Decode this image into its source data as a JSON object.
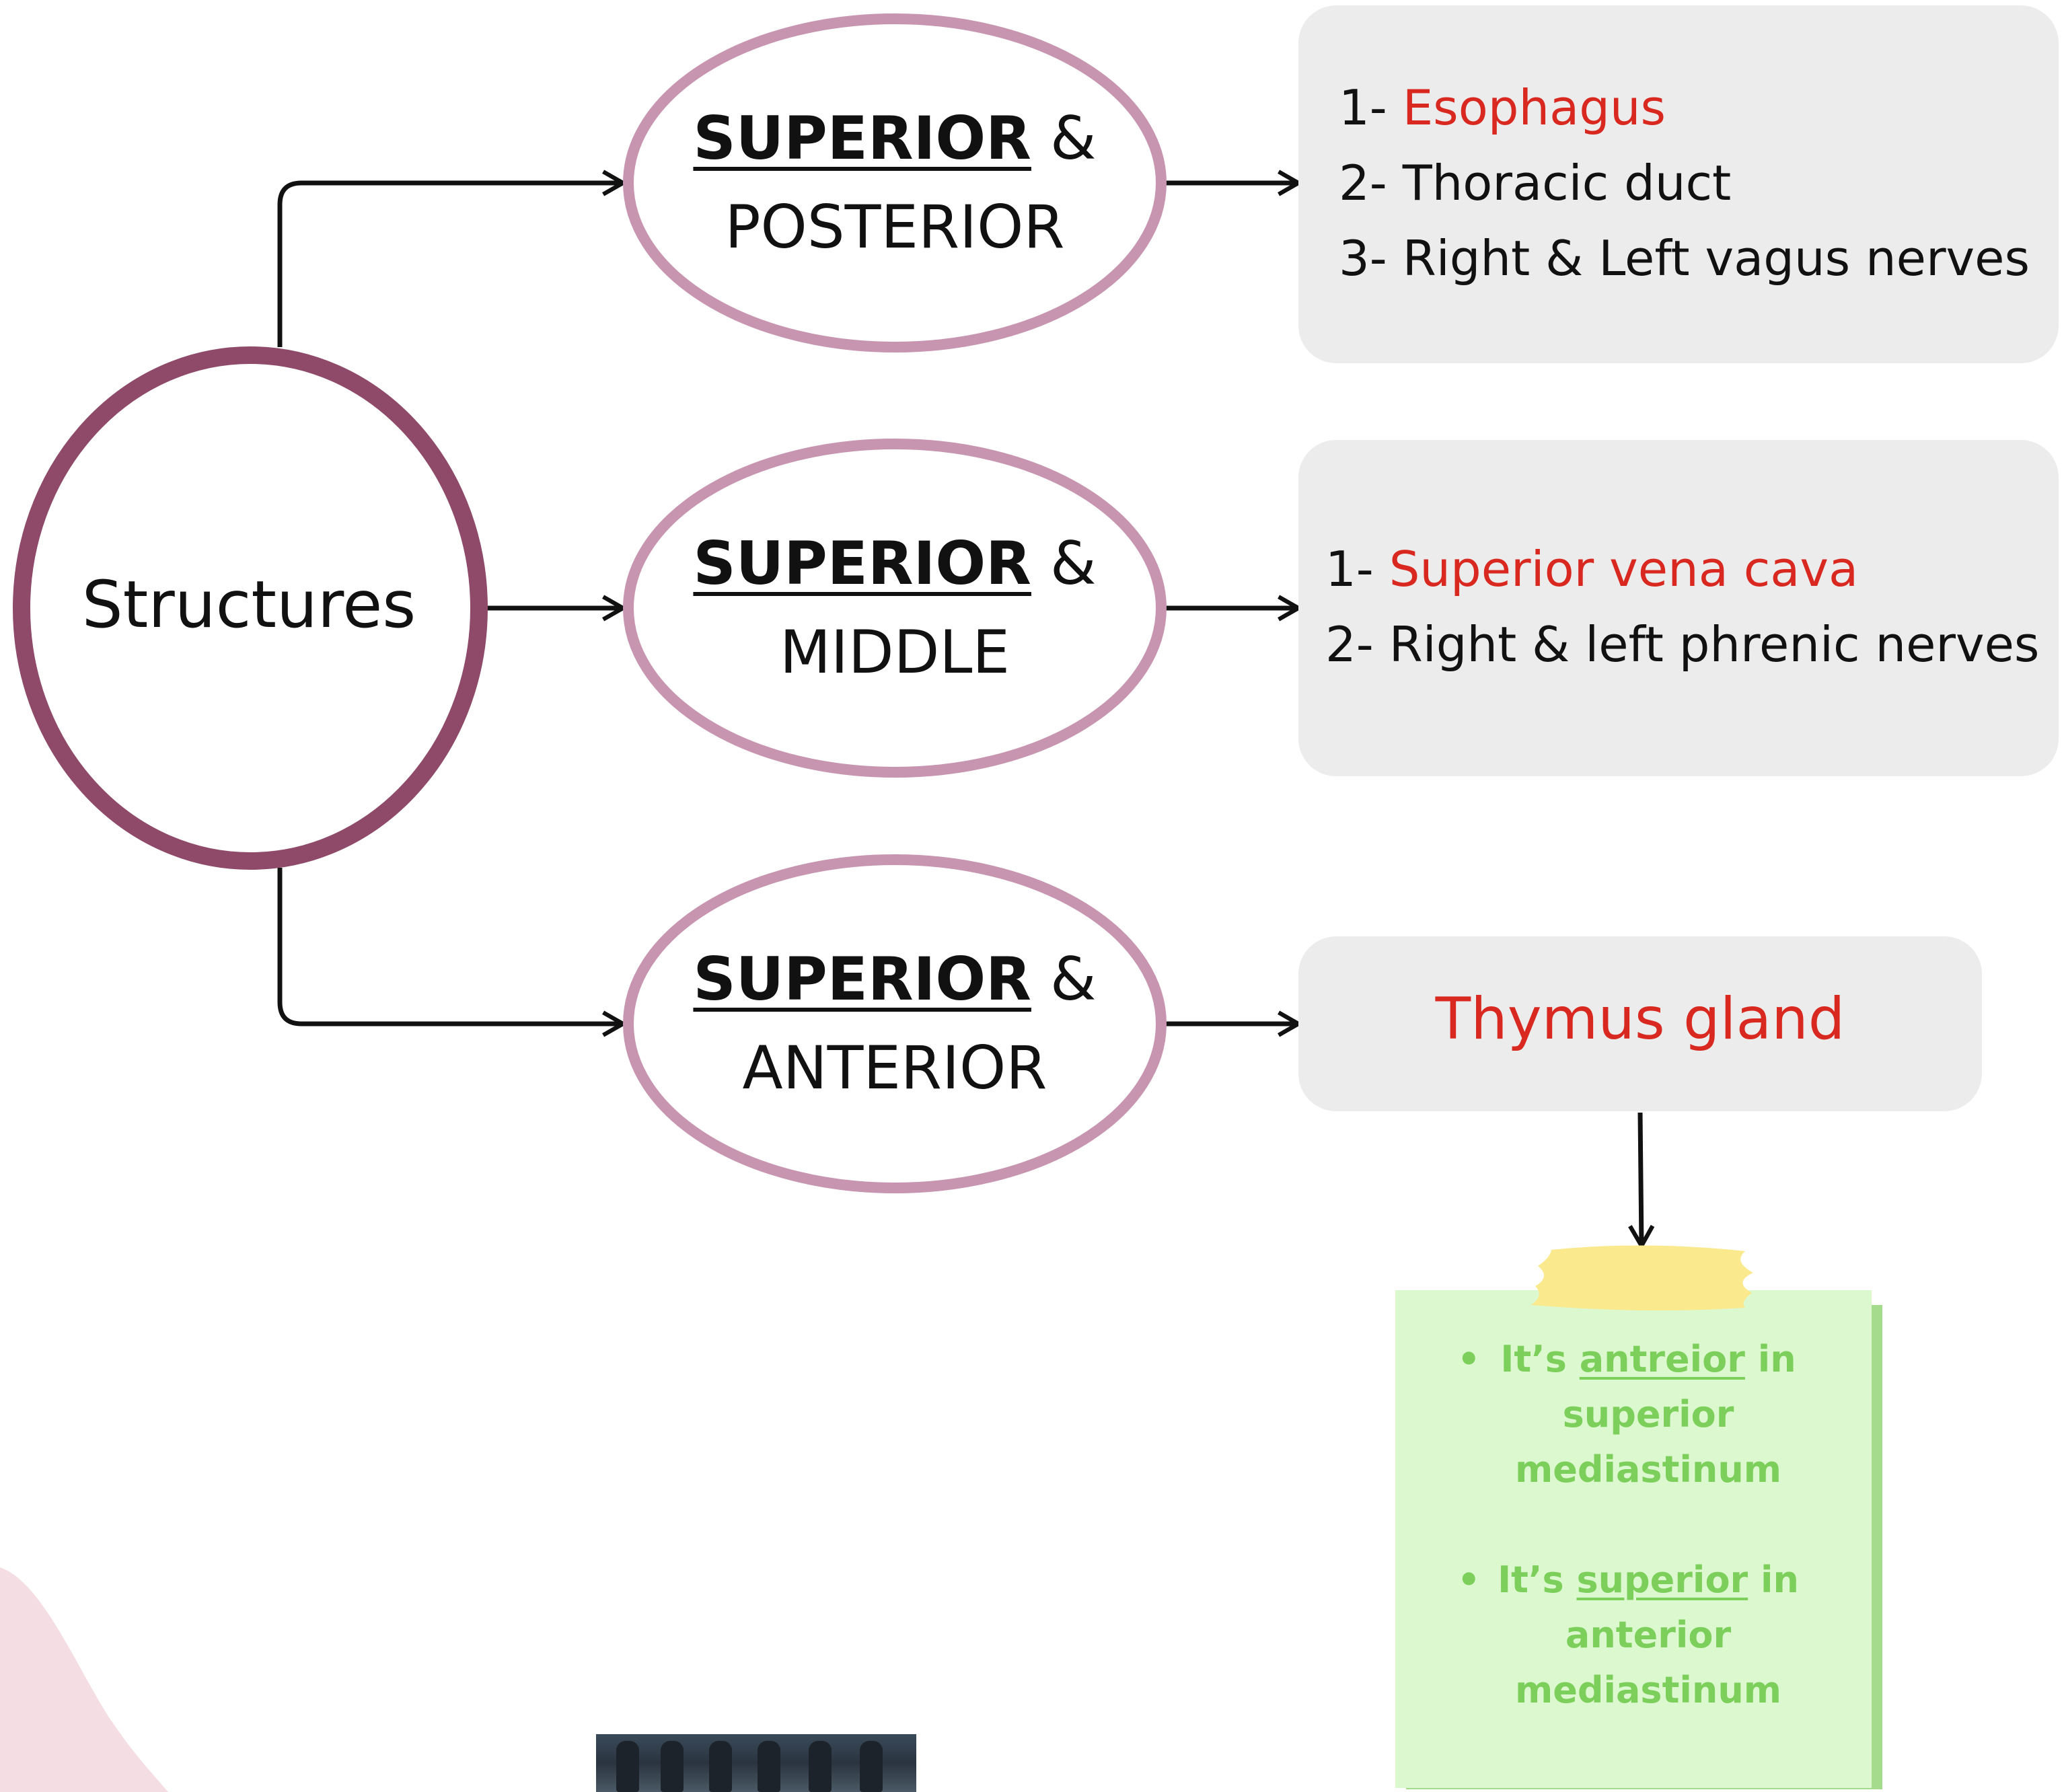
{
  "root": {
    "label": "Structures"
  },
  "regions": [
    {
      "label_bold": "SUPERIOR",
      "label_amp": "&",
      "label_sub": "POSTERIOR",
      "contents": [
        {
          "prefix": "1- ",
          "text": "Esophagus",
          "highlight": true
        },
        {
          "prefix": "2- ",
          "text": "Thoracic duct",
          "highlight": false
        },
        {
          "prefix": "3- ",
          "text": "Right & Left vagus nerves",
          "highlight": false
        }
      ]
    },
    {
      "label_bold": "SUPERIOR",
      "label_amp": "&",
      "label_sub": "MIDDLE",
      "contents": [
        {
          "prefix": "1- ",
          "text": "Superior vena cava",
          "highlight": true
        },
        {
          "prefix": "2- ",
          "text": "Right & left phrenic nerves",
          "highlight": false
        }
      ]
    },
    {
      "label_bold": "SUPERIOR",
      "label_amp": "&",
      "label_sub": "ANTERIOR",
      "contents": [
        {
          "prefix": "",
          "text": "Thymus gland",
          "highlight": true
        }
      ]
    }
  ],
  "note": {
    "items": [
      {
        "before": "It’s ",
        "underlined": "antreior",
        "after": " in superior mediastinum"
      },
      {
        "before": "It’s ",
        "underlined": "superior",
        "after": " in anterior mediastinum"
      }
    ]
  },
  "colors": {
    "root_ring": "#8e4a68",
    "region_ring": "#c895b0",
    "box_fill": "#ececec",
    "highlight_text": "#d8281f",
    "note_fill": "#dcf8cf",
    "note_text": "#7ccf5a",
    "tape": "#fbe98e",
    "blob": "#f5dde4"
  }
}
